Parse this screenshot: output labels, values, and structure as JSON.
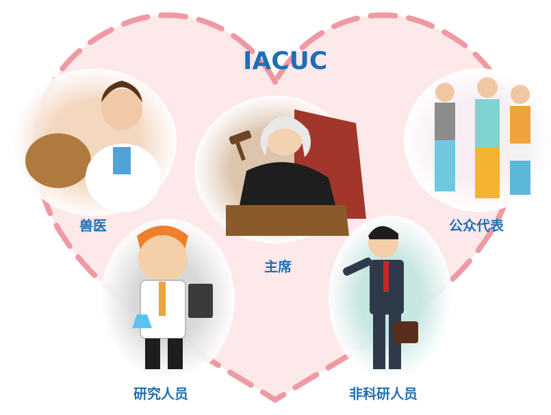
{
  "title": "IACUC",
  "roles": [
    {
      "label": "兽医",
      "icon": "veterinarian-with-dog-icon",
      "color": "#f2d9c4"
    },
    {
      "label": "主席",
      "icon": "judge-chair-icon",
      "color": "#e8d7c8"
    },
    {
      "label": "公众代表",
      "icon": "public-group-icon",
      "color": "#f7eef4"
    },
    {
      "label": "研究人员",
      "icon": "scientist-icon",
      "color": "#dcdcdc"
    },
    {
      "label": "非科研人员",
      "icon": "businessman-icon",
      "color": "#cfe9e6"
    }
  ],
  "colors": {
    "heart_fill": "#fde8ea",
    "heart_dash": "#ee9aa3",
    "label": "#1f6fb5"
  }
}
